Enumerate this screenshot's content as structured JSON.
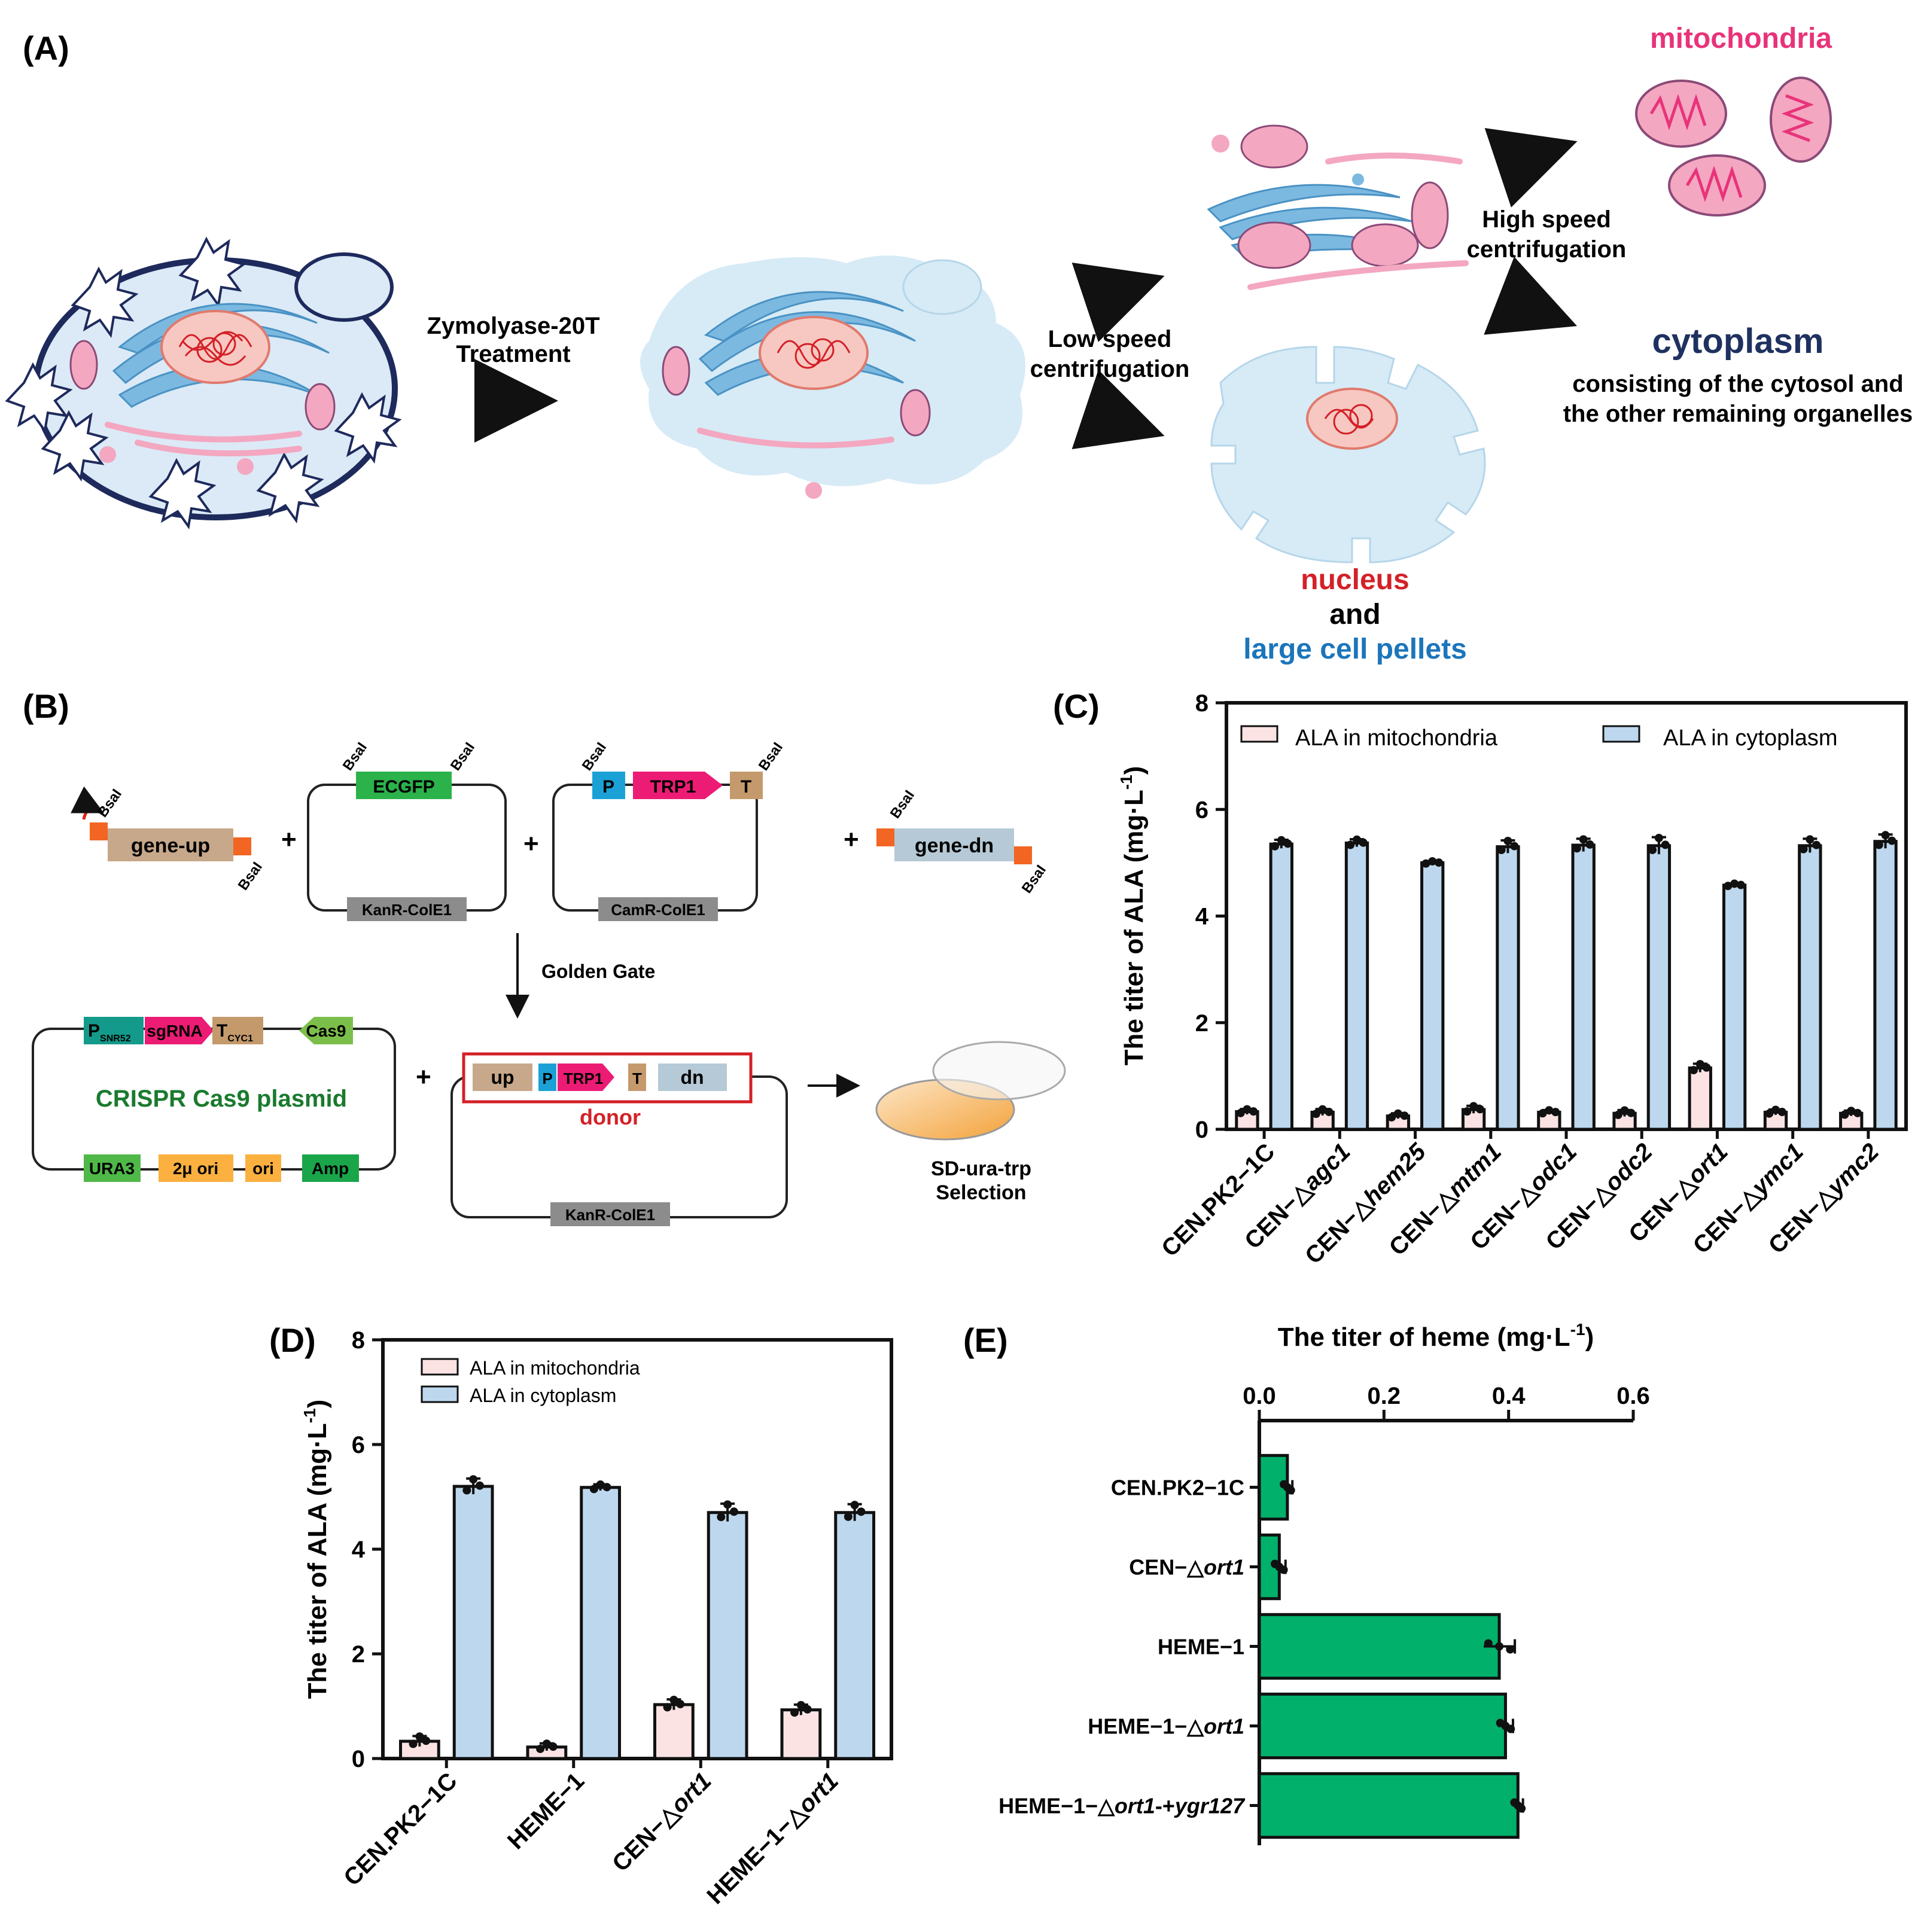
{
  "panel_labels": {
    "a": "(A)",
    "b": "(B)",
    "c": "(C)",
    "d": "(D)",
    "e": "(E)"
  },
  "panelA": {
    "step1_line1": "Zymolyase-20T",
    "step1_line2": "Treatment",
    "step2_line1": "Low speed",
    "step2_line2": "centrifugation",
    "step3_line1": "High speed",
    "step3_line2": "centrifugation",
    "mito_label": "mitochondria",
    "cyto_label": "cytoplasm",
    "cyto_desc_line1": "consisting of the cytosol and",
    "cyto_desc_line2": "the other remaining organelles",
    "nucleus_label": "nucleus",
    "and_label": "and",
    "pellet_label": "large cell pellets",
    "colors": {
      "mito": "#e8337a",
      "cyto": "#1f3160",
      "nucleus": "#d42027",
      "pellet": "#1b75bb"
    }
  },
  "panelB": {
    "bsal": "BsaI",
    "plus": "+",
    "gene_up": "gene-up",
    "gene_dn": "gene-dn",
    "ecgfp": "ECGFP",
    "kanr": "KanR-ColE1",
    "camr": "CamR-ColE1",
    "p": "P",
    "trp1": "TRP1",
    "t": "T",
    "golden_gate": "Golden Gate",
    "psnr_main": "P",
    "psnr_sub": "SNR52",
    "sgrna": "sgRNA",
    "tcyc_main": "T",
    "tcyc_sub": "CYC1",
    "cas9": "Cas9",
    "crispr_plasmid": "CRISPR Cas9 plasmid",
    "ura3": "URA3",
    "ori2u": "2μ ori",
    "ori": "ori",
    "amp": "Amp",
    "up": "up",
    "dn": "dn",
    "donor": "donor",
    "selection_line1": "SD-ura-trp",
    "selection_line2": "Selection"
  },
  "chart_data": [
    {
      "id": "C",
      "type": "bar",
      "ylabel": "The titer of ALA (mg·L-1)",
      "ylabel_main": "The titer of ALA (mg·L",
      "ylabel_sup": "-1",
      "ylabel_end": ")",
      "ylim": [
        0,
        8
      ],
      "yticks": [
        "0",
        "2",
        "4",
        "6",
        "8"
      ],
      "categories": [
        "CEN.PK2−1C",
        "CEN−△agc1",
        "CEN−△hem25",
        "CEN−△mtm1",
        "CEN−△odc1",
        "CEN−△odc2",
        "CEN−△ort1",
        "CEN−△ymc1",
        "CEN−△ymc2"
      ],
      "series": [
        {
          "name": "ALA in mitochondria",
          "color": "#fbe3e4",
          "values": [
            0.33,
            0.32,
            0.25,
            0.37,
            0.32,
            0.3,
            1.15,
            0.32,
            0.3
          ],
          "errors": [
            0.05,
            0.06,
            0.05,
            0.07,
            0.04,
            0.06,
            0.08,
            0.05,
            0.05
          ]
        },
        {
          "name": "ALA in cytoplasm",
          "color": "#bdd8ee",
          "values": [
            5.35,
            5.37,
            5.0,
            5.3,
            5.33,
            5.32,
            4.58,
            5.32,
            5.4
          ],
          "errors": [
            0.08,
            0.07,
            0.03,
            0.12,
            0.12,
            0.16,
            0.03,
            0.13,
            0.13
          ]
        }
      ],
      "legend": "top"
    },
    {
      "id": "D",
      "type": "bar",
      "ylabel": "The titer of ALA (mg·L-1)",
      "ylabel_main": "The titer of ALA (mg·L",
      "ylabel_sup": "-1",
      "ylabel_end": ")",
      "ylim": [
        0,
        8
      ],
      "yticks": [
        "0",
        "2",
        "4",
        "6",
        "8"
      ],
      "categories": [
        "CEN.PK2−1C",
        "HEME−1",
        "CEN−△ort1",
        "HEME−1−△ort1"
      ],
      "series": [
        {
          "name": "ALA in mitochondria",
          "color": "#fbe3e4",
          "values": [
            0.33,
            0.22,
            1.03,
            0.93
          ],
          "errors": [
            0.1,
            0.07,
            0.1,
            0.1
          ]
        },
        {
          "name": "ALA in cytoplasm",
          "color": "#bdd8ee",
          "values": [
            5.2,
            5.18,
            4.7,
            4.7
          ],
          "errors": [
            0.15,
            0.06,
            0.17,
            0.16
          ]
        }
      ],
      "legend": "top-left"
    },
    {
      "id": "E",
      "type": "bar",
      "orientation": "horizontal",
      "xlabel": "The titer of heme (mg·L-1)",
      "xlabel_main": "The titer of heme (mg·L",
      "xlabel_sup": "-1",
      "xlabel_end": ")",
      "xlim": [
        0,
        0.6
      ],
      "xticks": [
        "0.0",
        "0.2",
        "0.4",
        "0.6"
      ],
      "categories": [
        "CEN.PK2−1C",
        "CEN−△ort1",
        "HEME−1",
        "HEME−1−△ort1",
        "HEME−1−△ort1-+ygr127"
      ],
      "series": [
        {
          "name": "",
          "color": "#00b06b",
          "values": [
            0.045,
            0.032,
            0.385,
            0.395,
            0.415
          ],
          "errors": [
            0.008,
            0.01,
            0.025,
            0.012,
            0.008
          ]
        }
      ]
    }
  ]
}
